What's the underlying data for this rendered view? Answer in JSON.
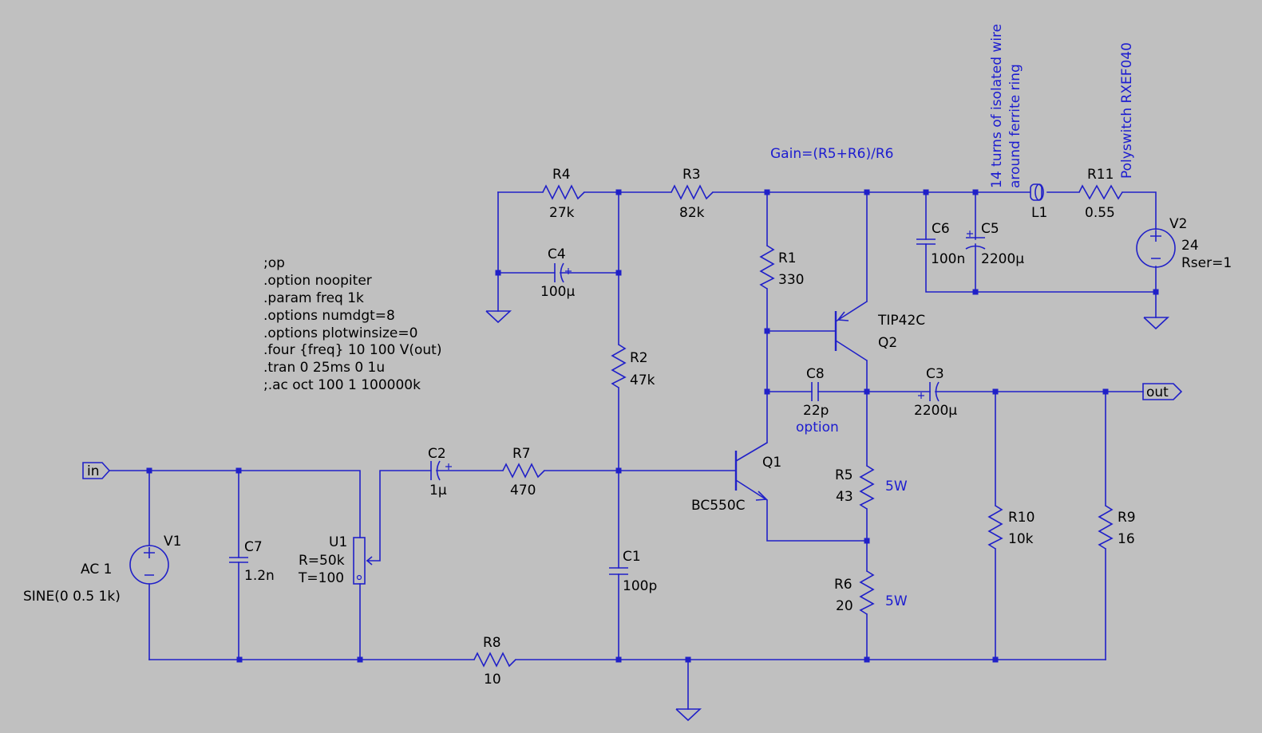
{
  "directives": [
    ";op",
    ".option noopiter",
    ".param freq 1k",
    ".options numdgt=8",
    ".options plotwinsize=0",
    ".four {freq} 10 100 V(out)",
    ".tran 0 25ms 0 1u",
    ";.ac oct 100 1 100000k"
  ],
  "comments": {
    "gain": "Gain=(R5+R6)/R6",
    "l1_note_line1": "14 turns of isolated wire",
    "l1_note_line2": "around ferrite ring",
    "r11_note": "Polyswitch RXEF040",
    "r5_power": "5W",
    "r6_power": "5W",
    "c8_note": "option"
  },
  "ports": {
    "input": "in",
    "output": "out"
  },
  "components": {
    "R1": {
      "name": "R1",
      "value": "330"
    },
    "R2": {
      "name": "R2",
      "value": "47k"
    },
    "R3": {
      "name": "R3",
      "value": "82k"
    },
    "R4": {
      "name": "R4",
      "value": "27k"
    },
    "R5": {
      "name": "R5",
      "value": "43"
    },
    "R6": {
      "name": "R6",
      "value": "20"
    },
    "R7": {
      "name": "R7",
      "value": "470"
    },
    "R8": {
      "name": "R8",
      "value": "10"
    },
    "R9": {
      "name": "R9",
      "value": "16"
    },
    "R10": {
      "name": "R10",
      "value": "10k"
    },
    "R11": {
      "name": "R11",
      "value": "0.55"
    },
    "C1": {
      "name": "C1",
      "value": "100p"
    },
    "C2": {
      "name": "C2",
      "value": "1µ"
    },
    "C3": {
      "name": "C3",
      "value": "2200µ"
    },
    "C4": {
      "name": "C4",
      "value": "100µ"
    },
    "C5": {
      "name": "C5",
      "value": "2200µ"
    },
    "C6": {
      "name": "C6",
      "value": "100n"
    },
    "C7": {
      "name": "C7",
      "value": "1.2n"
    },
    "C8": {
      "name": "C8",
      "value": "22p"
    },
    "L1": {
      "name": "L1"
    },
    "Q1": {
      "name": "Q1",
      "model": "BC550C"
    },
    "Q2": {
      "name": "Q2",
      "model": "TIP42C"
    },
    "U1": {
      "name": "U1",
      "param1": "R=50k",
      "param2": "T=100"
    },
    "V1": {
      "name": "V1",
      "ac": "AC 1",
      "source": "SINE(0 0.5 1k)"
    },
    "V2": {
      "name": "V2",
      "value": "24",
      "rser": "Rser=1"
    }
  },
  "colors": {
    "background": "#c0c0c0",
    "wire": "#2020c8",
    "label": "#000000",
    "comment": "#1c1cd0"
  }
}
